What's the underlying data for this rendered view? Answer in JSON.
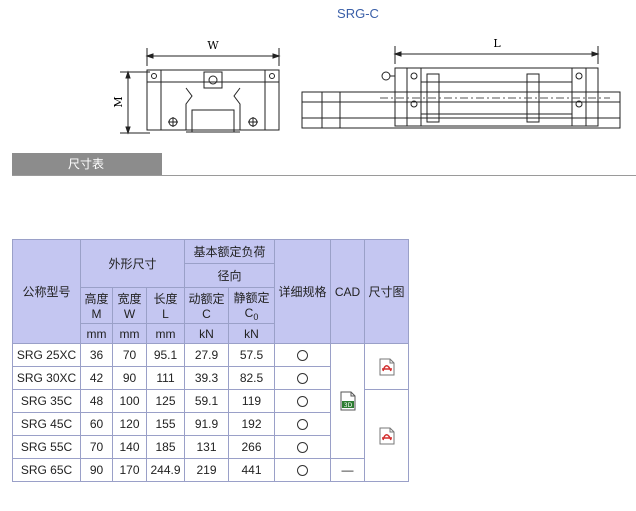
{
  "header": {
    "title": "SRG-C"
  },
  "drawing": {
    "dim_w": "W",
    "dim_l": "L",
    "dim_m": "M"
  },
  "section": {
    "tab_label": "尺寸表"
  },
  "table": {
    "model_header": "公称型号",
    "outer_dims_header": "外形尺寸",
    "load_header": "基本额定负荷",
    "radial_header": "径向",
    "spec_header": "详细规格",
    "cad_header": "CAD",
    "drawing_header": "尺寸图",
    "height_label": "高度",
    "height_sym": "M",
    "width_label": "宽度",
    "width_sym": "W",
    "length_label": "长度",
    "length_sym": "L",
    "dyn_label": "动额定",
    "dyn_sym": "C",
    "static_label": "静额定",
    "static_sym": "C",
    "static_sub": "0",
    "unit_mm": "mm",
    "unit_kn": "kN",
    "dash": "—",
    "rows": [
      {
        "model": "SRG 25XC",
        "m": "36",
        "w": "70",
        "l": "95.1",
        "c": "27.9",
        "c0": "57.5"
      },
      {
        "model": "SRG 30XC",
        "m": "42",
        "w": "90",
        "l": "111",
        "c": "39.3",
        "c0": "82.5"
      },
      {
        "model": "SRG 35C",
        "m": "48",
        "w": "100",
        "l": "125",
        "c": "59.1",
        "c0": "119"
      },
      {
        "model": "SRG 45C",
        "m": "60",
        "w": "120",
        "l": "155",
        "c": "91.9",
        "c0": "192"
      },
      {
        "model": "SRG 55C",
        "m": "70",
        "w": "140",
        "l": "185",
        "c": "131",
        "c0": "266"
      },
      {
        "model": "SRG 65C",
        "m": "90",
        "w": "170",
        "l": "244.9",
        "c": "219",
        "c0": "441"
      }
    ]
  }
}
